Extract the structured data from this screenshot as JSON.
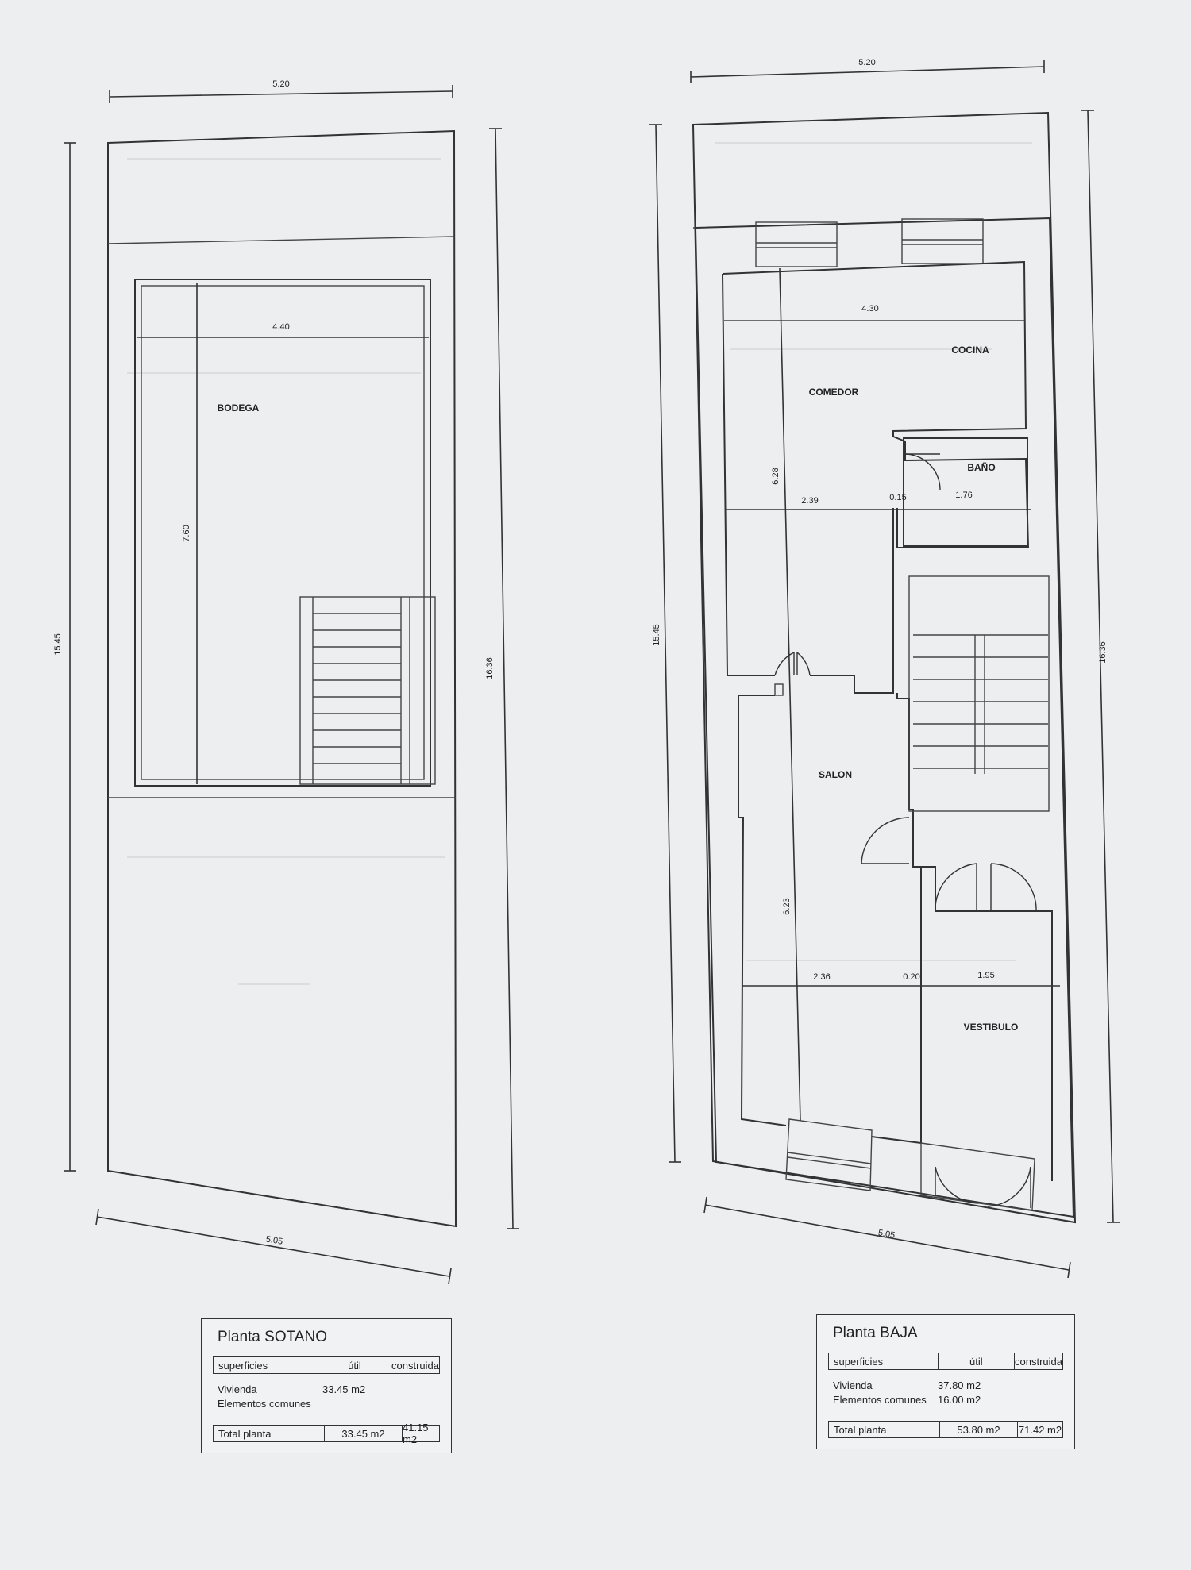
{
  "plans": [
    {
      "labels": {
        "top_width": "5.20",
        "bottom_width": "5.05",
        "left_length": "15.45",
        "right_length": "16.36",
        "inner_width": "4.40",
        "inner_length": "7.60",
        "room": "BODEGA"
      },
      "table": {
        "title": "Planta SOTANO",
        "headers": [
          "superficies",
          "útil",
          "construida"
        ],
        "rows": [
          {
            "label": "Vivienda",
            "util": "33.45 m2",
            "construida": ""
          },
          {
            "label": "Elementos comunes",
            "util": "",
            "construida": ""
          }
        ],
        "total": {
          "label": "Total planta",
          "util": "33.45 m2",
          "construida": "41.15 m2"
        }
      }
    },
    {
      "labels": {
        "top_width": "5.20",
        "bottom_width": "5.05",
        "left_length": "15.45",
        "right_length": "16.36",
        "kitchen_width": "4.30",
        "upper_length": "6.28",
        "upper_left": "2.39",
        "upper_wall": "0.15",
        "upper_right": "1.76",
        "lower_length": "6.23",
        "lower_left": "2.36",
        "lower_wall": "0.20",
        "lower_right": "1.95",
        "room_cocina": "COCINA",
        "room_comedor": "COMEDOR",
        "room_bano": "BAÑO",
        "room_salon": "SALON",
        "room_vestibulo": "VESTIBULO"
      },
      "table": {
        "title": "Planta BAJA",
        "headers": [
          "superficies",
          "útil",
          "construida"
        ],
        "rows": [
          {
            "label": "Vivienda",
            "util": "37.80 m2",
            "construida": ""
          },
          {
            "label": "Elementos comunes",
            "util": "16.00 m2",
            "construida": ""
          }
        ],
        "total": {
          "label": "Total planta",
          "util": "53.80 m2",
          "construida": "71.42 m2"
        }
      }
    }
  ]
}
